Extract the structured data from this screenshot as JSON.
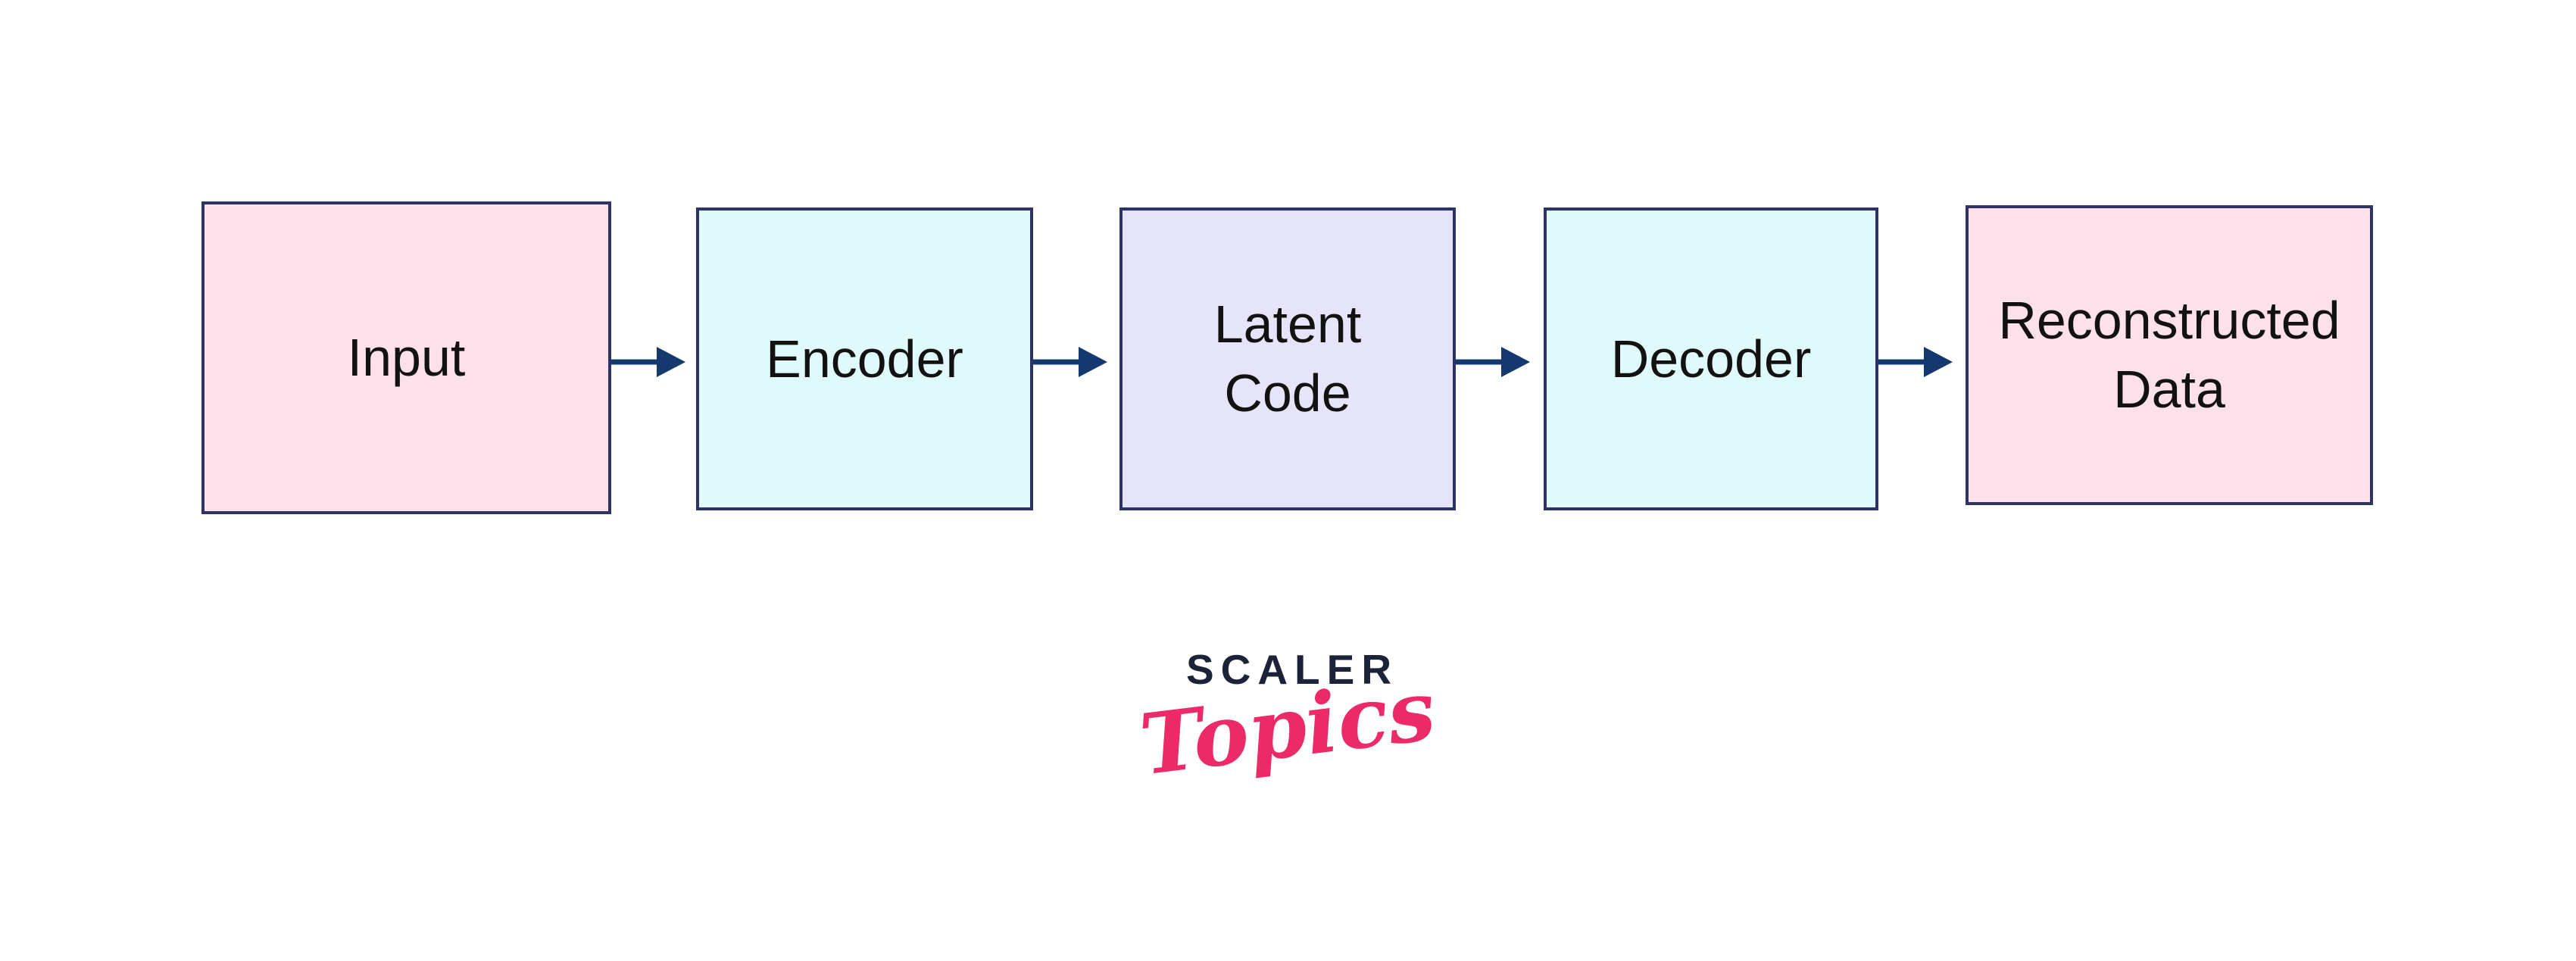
{
  "page": {
    "background": "#FFFFFF"
  },
  "diagram": {
    "type": "flow",
    "description": "Autoencoder architecture flow diagram",
    "border_color": "#2D3363",
    "arrow_color": "#15386F",
    "text_color": "#121212",
    "box_fills": {
      "pink": "#FCE1EA",
      "cyan": "#E0FAFB",
      "lavender": "#E6E4F8"
    },
    "boxes": [
      {
        "id": "input",
        "lines": [
          "Input"
        ],
        "fill": "#FCE1EA"
      },
      {
        "id": "encoder",
        "lines": [
          "Encoder"
        ],
        "fill": "#E0FAFB"
      },
      {
        "id": "latent-code",
        "lines": [
          "Latent",
          "Code"
        ],
        "fill": "#E6E4F8"
      },
      {
        "id": "decoder",
        "lines": [
          "Decoder"
        ],
        "fill": "#E0FAFB"
      },
      {
        "id": "reconstructed-data",
        "lines": [
          "Reconstructed",
          "Data"
        ],
        "fill": "#FCE1EA"
      }
    ],
    "connections": [
      {
        "from": "input",
        "to": "encoder"
      },
      {
        "from": "encoder",
        "to": "latent-code"
      },
      {
        "from": "latent-code",
        "to": "decoder"
      },
      {
        "from": "decoder",
        "to": "reconstructed-data"
      }
    ]
  },
  "logo": {
    "brand": "SCALER",
    "subbrand": "Topics",
    "brand_color": "#1B2338",
    "subbrand_color": "#EC2A68"
  }
}
